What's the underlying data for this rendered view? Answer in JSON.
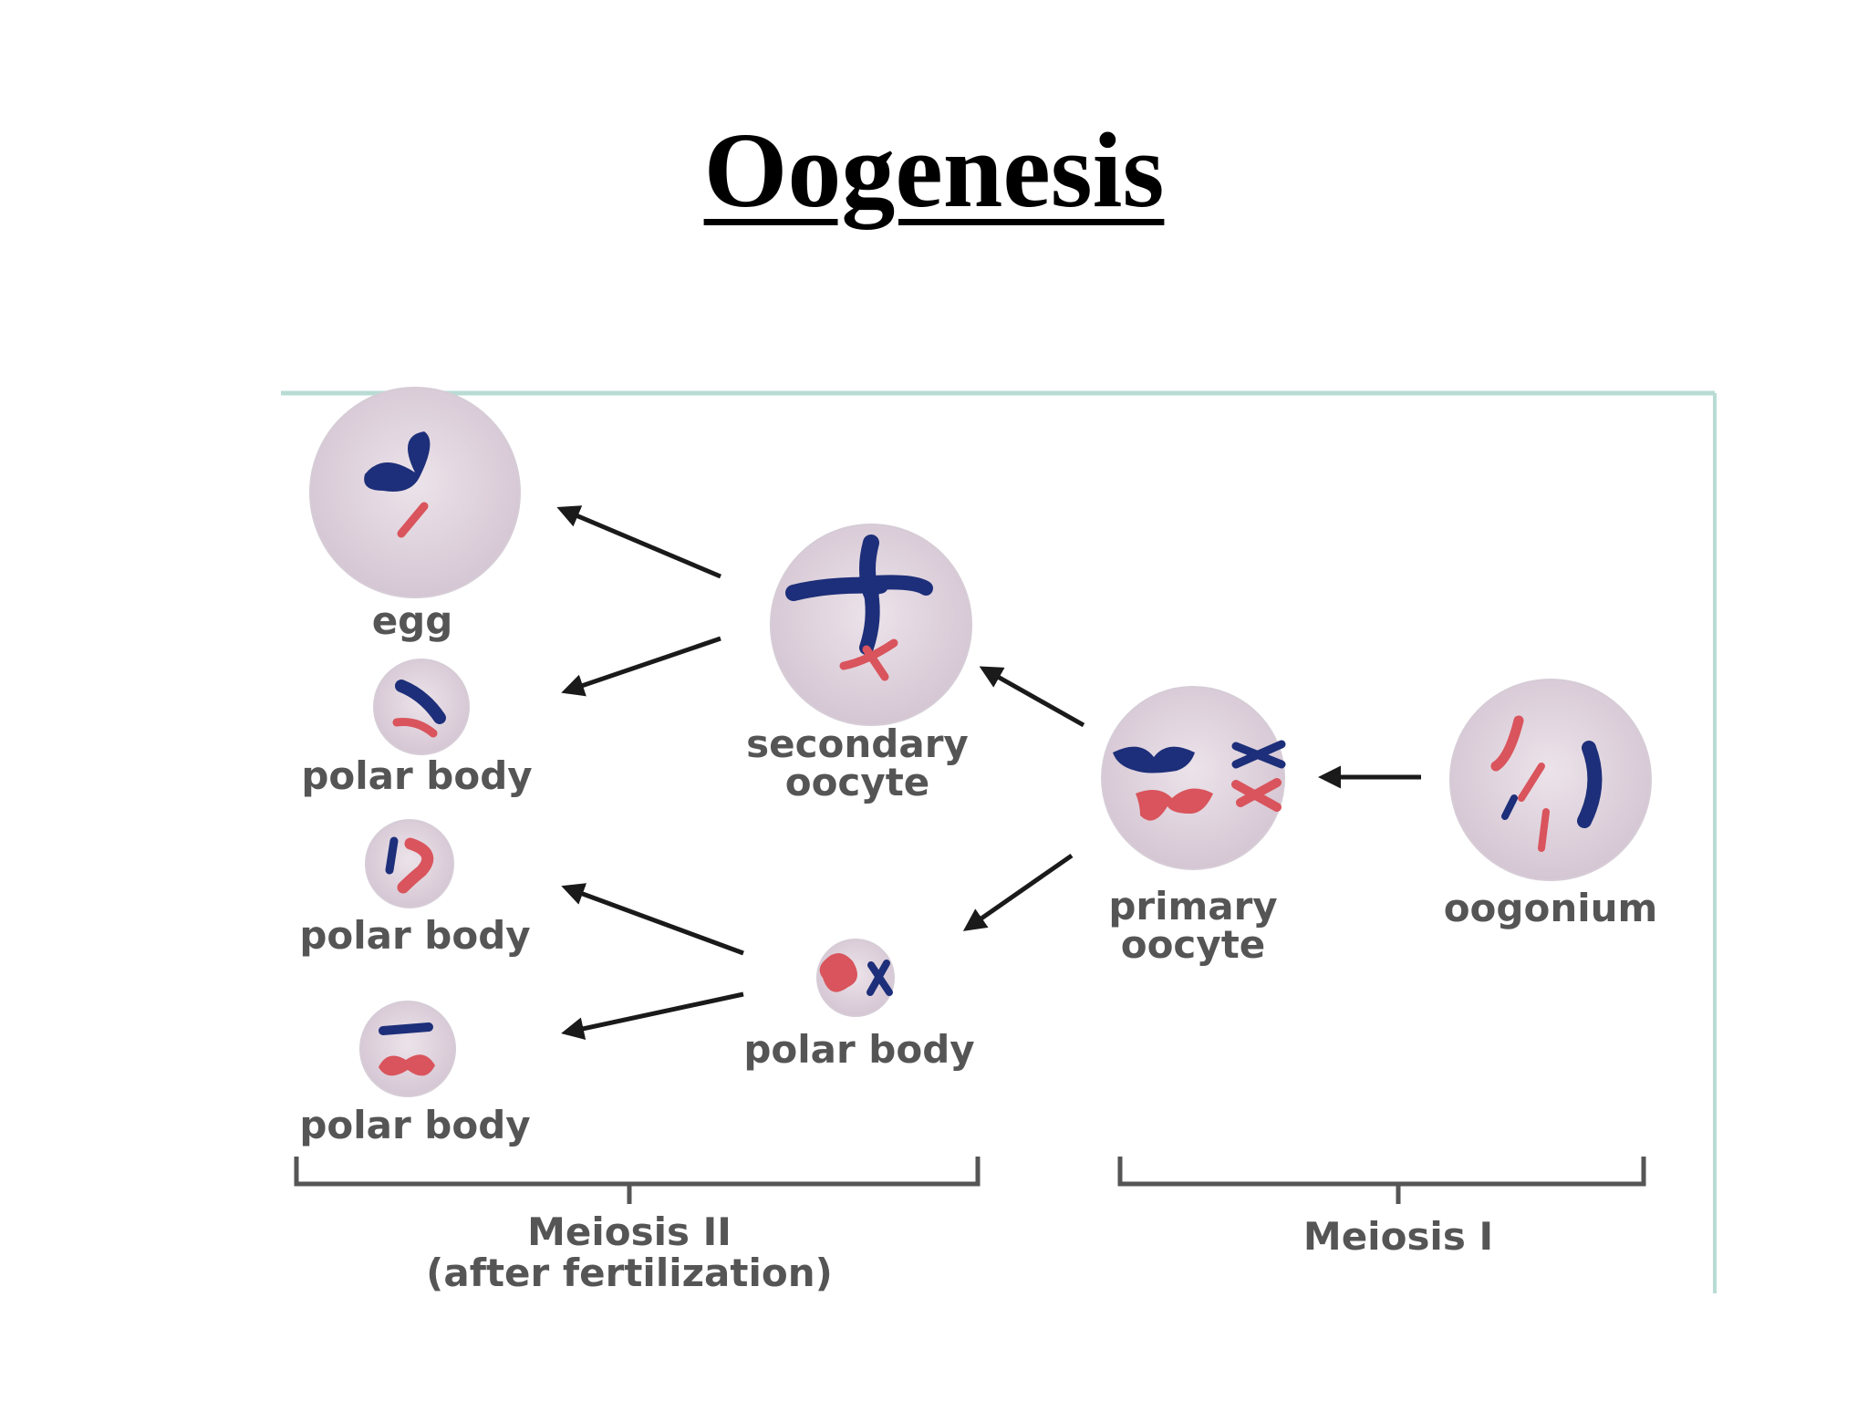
{
  "title": "Oogenesis",
  "labels": {
    "egg": "egg",
    "polar_body_1": "polar body",
    "polar_body_2": "polar body",
    "polar_body_3": "polar body",
    "polar_body_meiosis1": "polar body",
    "secondary_oocyte_line1": "secondary",
    "secondary_oocyte_line2": "oocyte",
    "primary_oocyte_line1": "primary",
    "primary_oocyte_line2": "oocyte",
    "oogonium": "oogonium",
    "meiosis2_line1": "Meiosis II",
    "meiosis2_line2": "(after fertilization)",
    "meiosis1": "Meiosis I"
  },
  "colors": {
    "cell_fill": "#ddd0dc",
    "chromosome_blue": "#1d2f7a",
    "chromosome_red": "#d9545c",
    "frame_border": "#b8dcd4",
    "label_gray": "#555555"
  }
}
